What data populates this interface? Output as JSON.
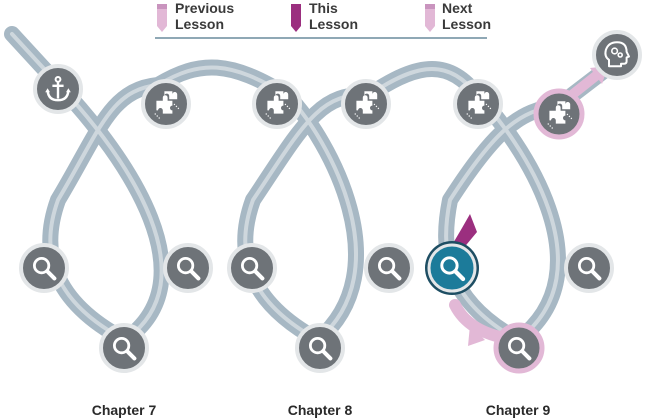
{
  "legend": {
    "previous": {
      "line1": "Previous",
      "line2": "Lesson",
      "color": "#E2B8D6"
    },
    "this": {
      "line1": "This",
      "line2": "Lesson",
      "color": "#9B2F7F"
    },
    "next": {
      "line1": "Next",
      "line2": "Lesson",
      "color": "#E2B8D6"
    },
    "divider_color": "#8FA8B5"
  },
  "chapters": [
    {
      "label": "Chapter 7"
    },
    {
      "label": "Chapter 8"
    },
    {
      "label": "Chapter 9"
    }
  ],
  "colors": {
    "track": "#A7B8C4",
    "track_highlight": "#D8DFE4",
    "node_fill": "#6E7378",
    "node_ring": "#E3E6E8",
    "current_fill": "#1C7B9A",
    "current_ring": "#1E4E63",
    "accent_dark": "#9B2F7F",
    "accent_light": "#E2B8D6"
  },
  "icons": {
    "start": "anchor-icon",
    "puzzle": "puzzle-icon",
    "search": "magnifier-icon",
    "end": "head-gears-icon"
  }
}
